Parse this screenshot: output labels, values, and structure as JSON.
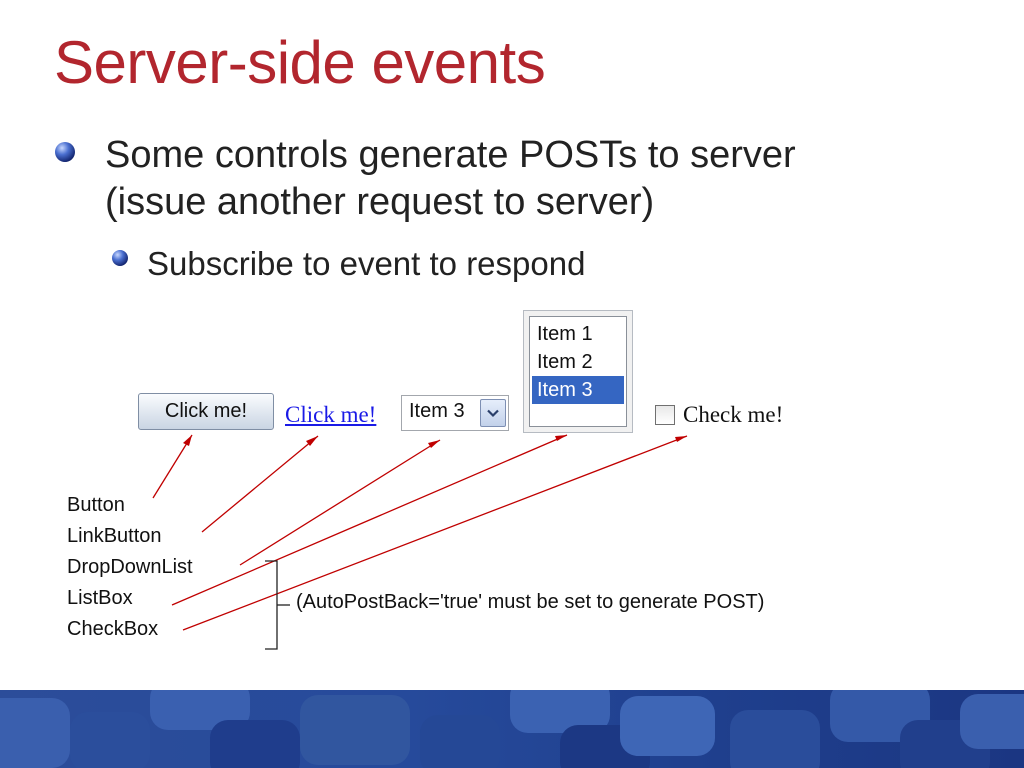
{
  "slide": {
    "title": "Server-side events",
    "bullet1": {
      "line1": "Some controls generate POSTs to server",
      "line2": "(issue another request to server)"
    },
    "bullet2": "Subscribe to event to respond"
  },
  "demo": {
    "button_label": "Click me!",
    "link_label": "Click me!",
    "dropdown_value": "Item 3",
    "listbox_items": [
      "Item 1",
      "Item 2",
      "Item 3"
    ],
    "listbox_selected": "Item 3",
    "checkbox_label": "Check me!",
    "checkbox_checked": false
  },
  "labels": [
    "Button",
    "LinkButton",
    "DropDownList",
    "ListBox",
    "CheckBox"
  ],
  "note": "(AutoPostBack='true' must be set to generate POST)",
  "colors": {
    "title": "#b2262e",
    "arrows": "#c00000",
    "footer": "#264a9b",
    "listbox_selected": "#3566c2"
  }
}
